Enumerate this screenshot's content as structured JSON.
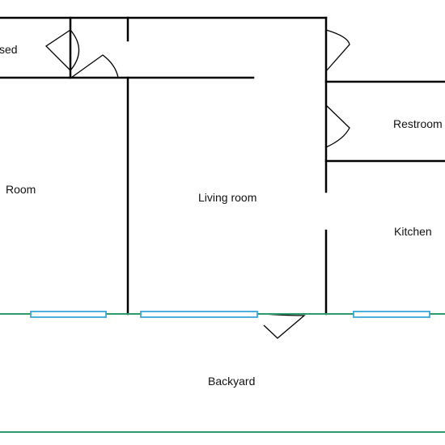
{
  "rooms": {
    "closed": "sed",
    "room": "Room",
    "living_room": "Living room",
    "restroom": "Restroom",
    "kitchen": "Kitchen",
    "backyard": "Backyard"
  },
  "colors": {
    "walls": "#000000",
    "exterior_line": "#2a9d6a",
    "windows": "#3aa7d8",
    "background": "#ffffff"
  },
  "windows": [
    "window-left",
    "window-center",
    "window-right"
  ],
  "doors": [
    "door-closet",
    "door-upper-hall",
    "door-top-right",
    "door-restroom",
    "door-backyard"
  ]
}
